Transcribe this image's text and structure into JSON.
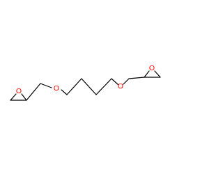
{
  "molecule": {
    "atoms": {
      "oxygen_epoxide_left": "O",
      "oxygen_ether_left": "O",
      "oxygen_ether_right": "O",
      "oxygen_epoxide_right": "O"
    },
    "colors": {
      "bond": "#000000",
      "oxygen": "#ff0000",
      "background": "#ffffff"
    }
  }
}
